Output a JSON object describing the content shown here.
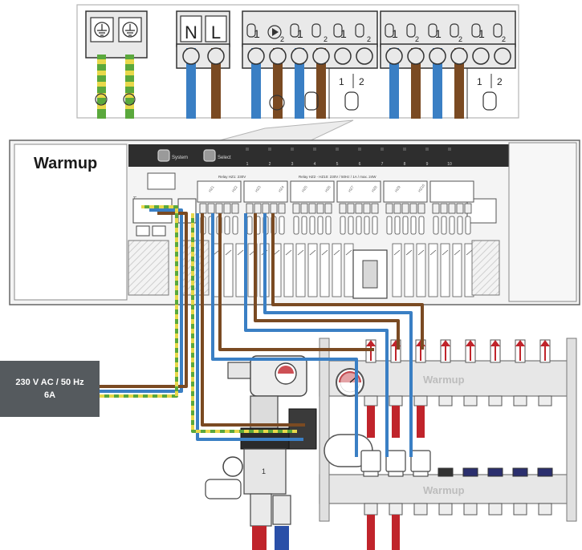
{
  "brand": "Warmup",
  "controller": {
    "buttons": [
      {
        "label": "System"
      },
      {
        "label": "Select"
      }
    ],
    "channel_numbers": [
      "1",
      "2",
      "3",
      "4",
      "5",
      "6",
      "7",
      "8",
      "9",
      "10"
    ],
    "relay_label_1": "Relay HZ1: 230V",
    "relay_label_2": "Relay HZ2 - HZ10: 230V / 50Hz / 1A / max. 24W",
    "fuse_label": "T6.3AH",
    "zone_labels": [
      "HZ1",
      "HZ2",
      "HZ3",
      "HZ4",
      "HZ5",
      "HZ6",
      "HZ7",
      "HZ8",
      "HZ9",
      "HZ10"
    ]
  },
  "terminal_detail": {
    "mains_labels": [
      "N",
      "L"
    ],
    "actuator_block_a": [
      "1",
      "2",
      "1",
      "2",
      "1",
      "2"
    ],
    "actuator_block_b": [
      "1",
      "2",
      "1",
      "2",
      "1",
      "2"
    ],
    "channel_pair_labels": [
      "1",
      "2"
    ]
  },
  "supply": {
    "voltage": "230 V AC / 50 Hz",
    "current": "6A"
  },
  "manifold": {
    "brand_top": "Warmup",
    "brand_bottom": "Warmup"
  },
  "colors": {
    "wire_blue": "#3a7fc4",
    "wire_brown": "#7a4a22",
    "wire_earth_green": "#5aa83c",
    "wire_earth_yellow": "#e8d84a",
    "supply_box": "#555a5e",
    "actuator_red": "#c0242b",
    "controller_bar": "#2e2e2e"
  }
}
